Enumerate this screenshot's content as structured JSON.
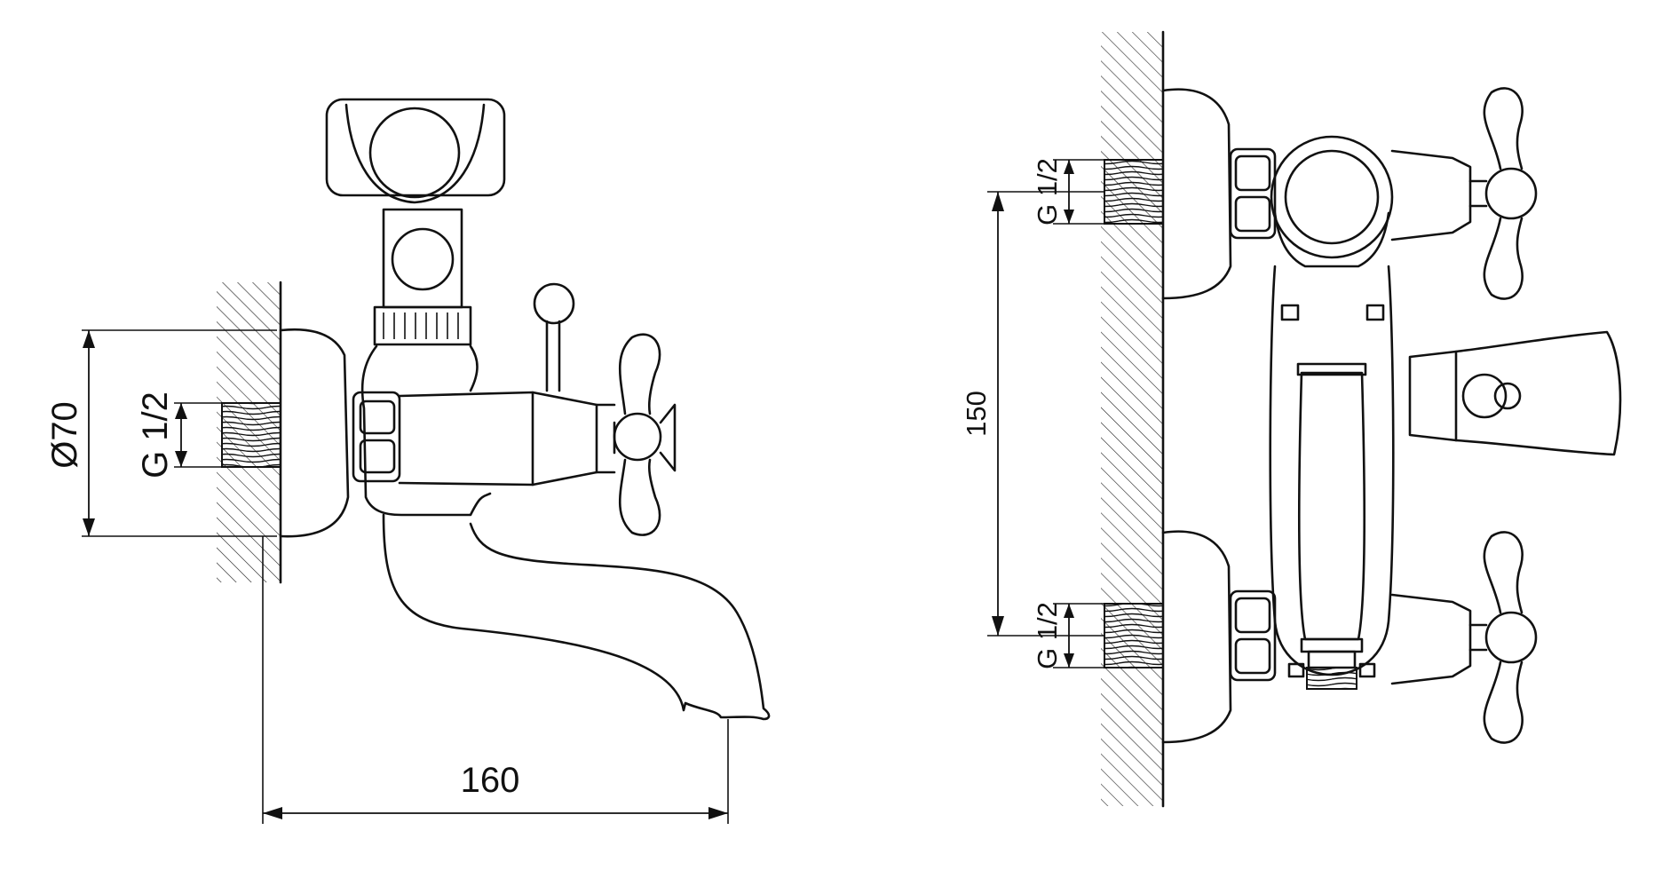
{
  "side_view": {
    "diameter_label": "Ø70",
    "thread_label": "G 1/2",
    "length_label": "160"
  },
  "front_view": {
    "thread_label_top": "G 1/2",
    "thread_label_bottom": "G 1/2",
    "spacing_label": "150"
  },
  "colors": {
    "line": "#111111",
    "background": "#ffffff"
  }
}
